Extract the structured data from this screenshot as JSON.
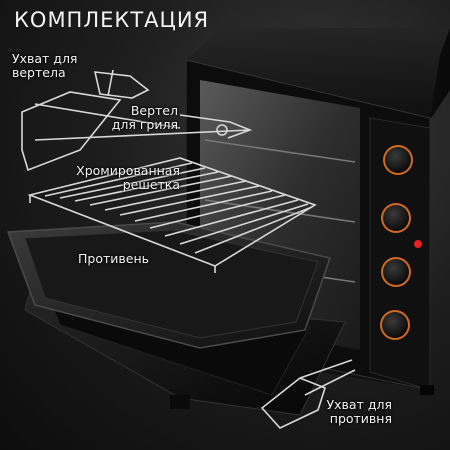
{
  "title": "КОМПЛЕКТАЦИЯ",
  "labels": {
    "spit_handle": [
      "Ухват для",
      "вертела"
    ],
    "grill_spit": [
      "Вертел",
      "для гриля"
    ],
    "chrome_rack": [
      "Хромированная",
      "решетка"
    ],
    "baking_tray": "Противень",
    "tray_handle": [
      "Ухват для",
      "противня"
    ]
  },
  "colors": {
    "oven_body": "#141414",
    "knob_ring": "#e07a2a",
    "indicator": "#e82020",
    "chrome": "#d8d8d8"
  },
  "icons": [
    "oven-knob-icon",
    "indicator-light-icon"
  ]
}
